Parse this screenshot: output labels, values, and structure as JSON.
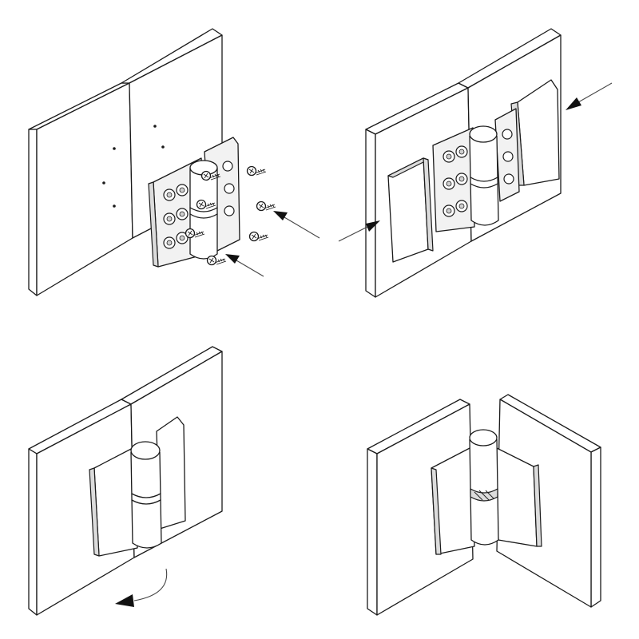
{
  "figure": {
    "description_panels": [
      "step-1-screw-hinge-leaves",
      "step-2-attach-cover-plates",
      "step-3-close-door",
      "step-4-finished-hinge-open"
    ],
    "colors": {
      "line": "#1a1a1a",
      "fill": "#ffffff",
      "shade": "#dcdcdc",
      "background": "#ffffff"
    },
    "icons": [
      "arrow-icon",
      "screw-icon",
      "curved-arrow-icon"
    ]
  }
}
